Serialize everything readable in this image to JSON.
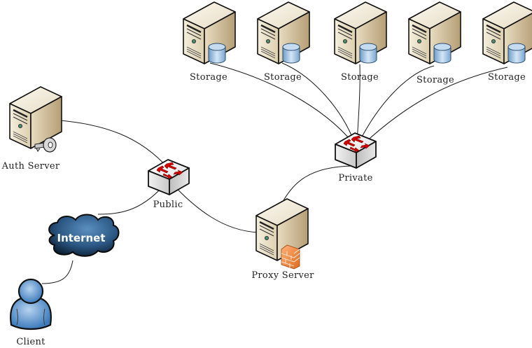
{
  "diagram": {
    "title": "Network topology",
    "nodes": [
      {
        "id": "storage1",
        "type": "storage-server",
        "label": "Storage"
      },
      {
        "id": "storage2",
        "type": "storage-server",
        "label": "Storage"
      },
      {
        "id": "storage3",
        "type": "storage-server",
        "label": "Storage"
      },
      {
        "id": "storage4",
        "type": "storage-server",
        "label": "Storage"
      },
      {
        "id": "storage5",
        "type": "storage-server",
        "label": "Storage"
      },
      {
        "id": "auth",
        "type": "auth-server",
        "label": "Auth Server"
      },
      {
        "id": "public",
        "type": "switch",
        "label": "Public"
      },
      {
        "id": "private",
        "type": "switch",
        "label": "Private"
      },
      {
        "id": "internet",
        "type": "cloud",
        "label": "Internet"
      },
      {
        "id": "client",
        "type": "user",
        "label": "Client"
      },
      {
        "id": "proxy",
        "type": "firewall-server",
        "label": "Proxy Server"
      }
    ],
    "edges": [
      {
        "from": "auth",
        "to": "public"
      },
      {
        "from": "internet",
        "to": "public"
      },
      {
        "from": "public",
        "to": "proxy"
      },
      {
        "from": "proxy",
        "to": "private"
      },
      {
        "from": "client",
        "to": "internet"
      },
      {
        "from": "storage1",
        "to": "private"
      },
      {
        "from": "storage2",
        "to": "private"
      },
      {
        "from": "storage3",
        "to": "private"
      },
      {
        "from": "storage4",
        "to": "private"
      },
      {
        "from": "storage5",
        "to": "private"
      }
    ]
  },
  "colors": {
    "server_face": "#ece3cc",
    "server_side": "#c9b48f",
    "disk": "#8fb4d8",
    "switch_arrow": "#cc0000",
    "cloud": "#2c5a85",
    "user": "#4d8ac4",
    "firewall": "#f08a3c"
  }
}
